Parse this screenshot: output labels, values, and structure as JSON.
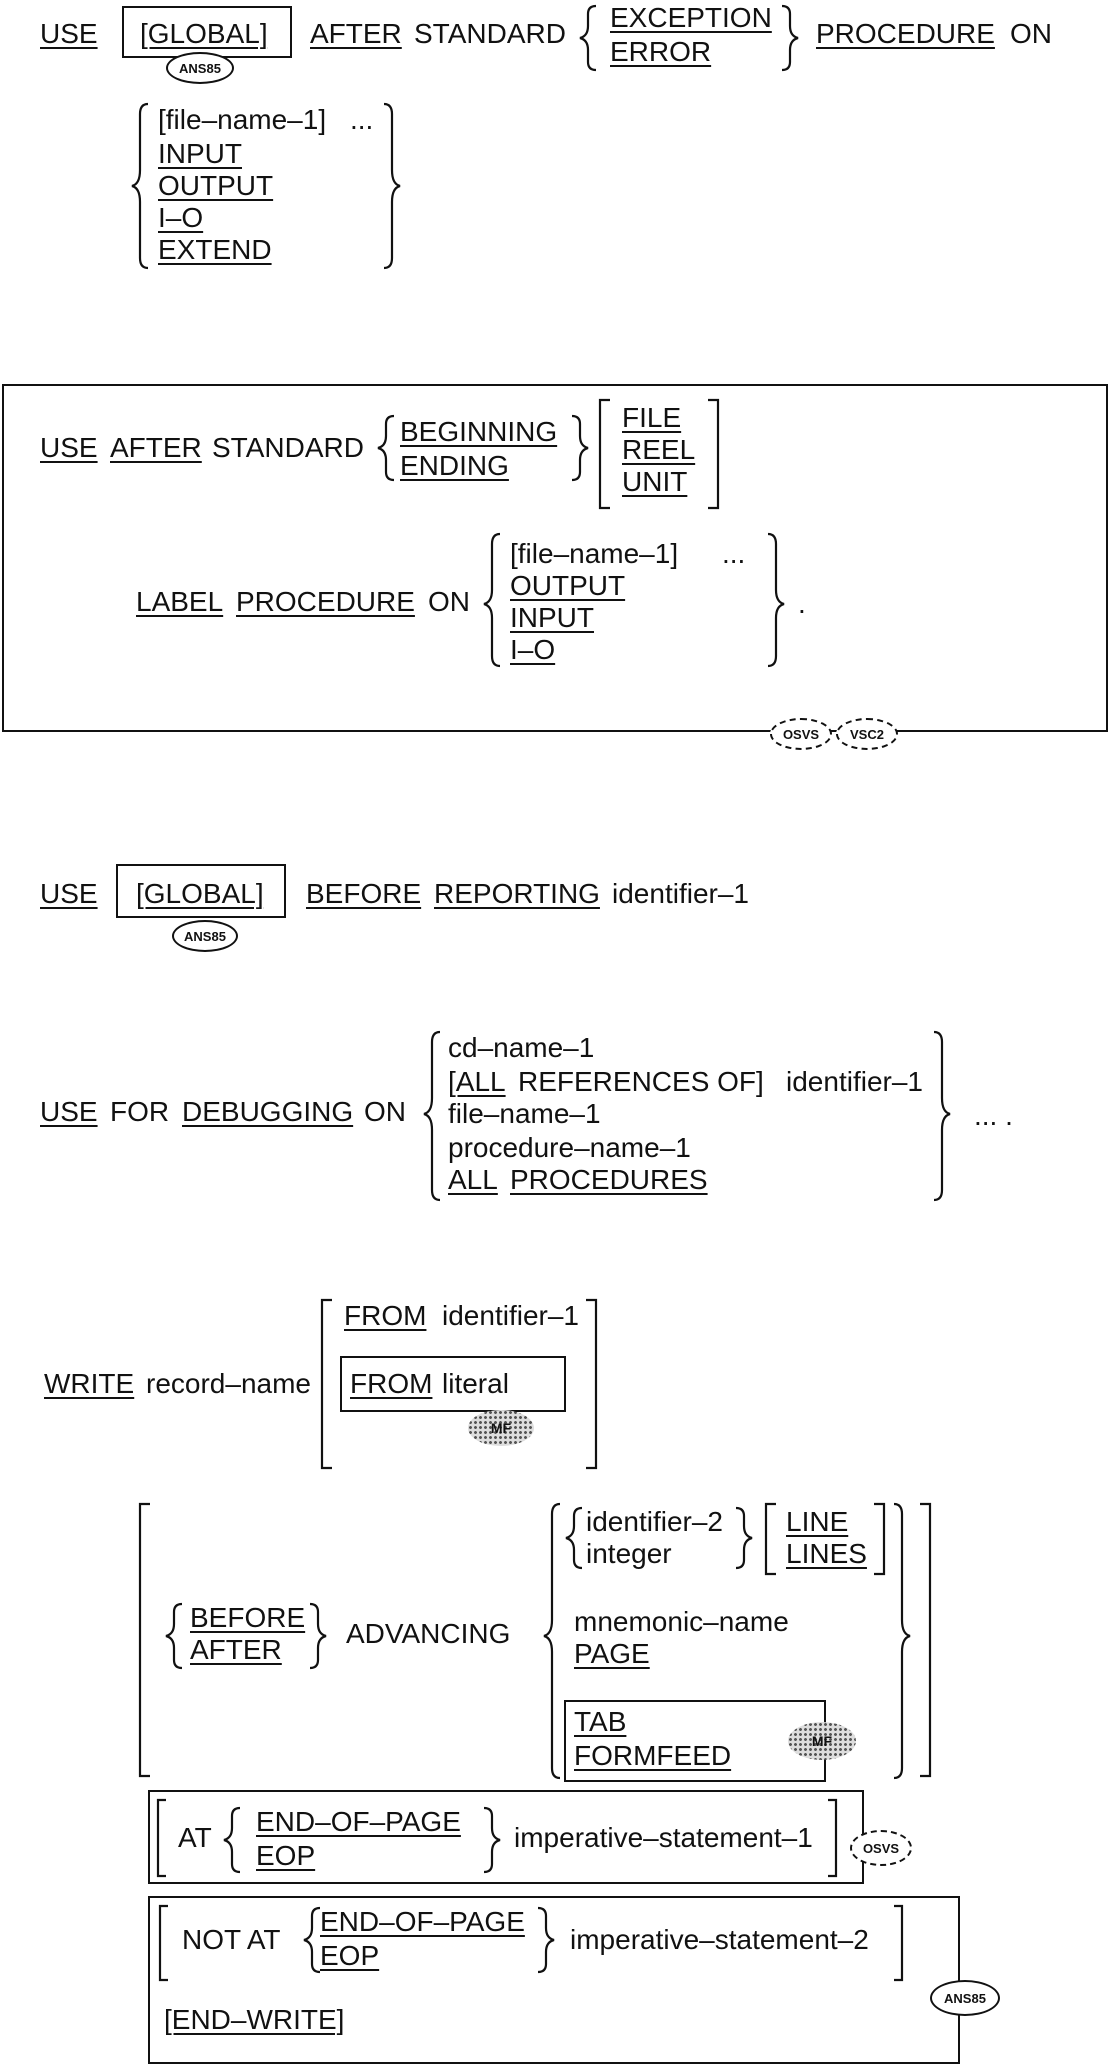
{
  "use_error": {
    "use": "USE",
    "global": "[GLOBAL]",
    "ans85": "ANS85",
    "after": "AFTER",
    "standard": "STANDARD",
    "exception": "EXCEPTION",
    "error": "ERROR",
    "procedure": "PROCEDURE",
    "on": "ON",
    "file_name": "[file–name–1]",
    "ellipsis": "...",
    "input": "INPUT",
    "output": "OUTPUT",
    "io": "I–O",
    "extend": "EXTEND"
  },
  "use_label": {
    "use": "USE",
    "after": "AFTER",
    "standard": "STANDARD",
    "beginning": "BEGINNING",
    "ending": "ENDING",
    "file": "FILE",
    "reel": "REEL",
    "unit": "UNIT",
    "label": "LABEL",
    "procedure": "PROCEDURE",
    "on": "ON",
    "file_name": "[file–name–1]",
    "ellipsis": "...",
    "output": "OUTPUT",
    "input": "INPUT",
    "io": "I–O",
    "period": ".",
    "osvs": "OSVS",
    "vsc2": "VSC2"
  },
  "use_report": {
    "use": "USE",
    "global": "[GLOBAL]",
    "ans85": "ANS85",
    "before": "BEFORE",
    "reporting": "REPORTING",
    "identifier": "identifier–1"
  },
  "use_debug": {
    "use": "USE",
    "for": "FOR",
    "debugging": "DEBUGGING",
    "on": "ON",
    "cd_name": "cd–name–1",
    "all_open": "[ALL",
    "references": "REFERENCES OF]",
    "identifier": "identifier–1",
    "file_name": "file–name–1",
    "procedure_name": "procedure–name–1",
    "all": "ALL",
    "procedures": "PROCEDURES",
    "ellipsis": "... ."
  },
  "write": {
    "write": "WRITE",
    "record_name": "record–name",
    "from1": "FROM",
    "identifier1": "identifier–1",
    "from2": "FROM",
    "literal": "literal",
    "mf": "MF",
    "before": "BEFORE",
    "after": "AFTER",
    "advancing": "ADVANCING",
    "identifier2": "identifier–2",
    "integer": "integer",
    "line": "LINE",
    "lines": "LINES",
    "mnemonic": "mnemonic–name",
    "page": "PAGE",
    "tab": "TAB",
    "formfeed": "FORMFEED",
    "mf2": "MF",
    "at": "AT",
    "end_of_page": "END–OF–PAGE",
    "eop": "EOP",
    "imperative1": "imperative–statement–1",
    "osvs": "OSVS",
    "not_at": "NOT AT",
    "end_of_page2": "END–OF–PAGE",
    "eop2": "EOP",
    "imperative2": "imperative–statement–2",
    "end_write": "[END–WRITE]",
    "ans85": "ANS85"
  }
}
